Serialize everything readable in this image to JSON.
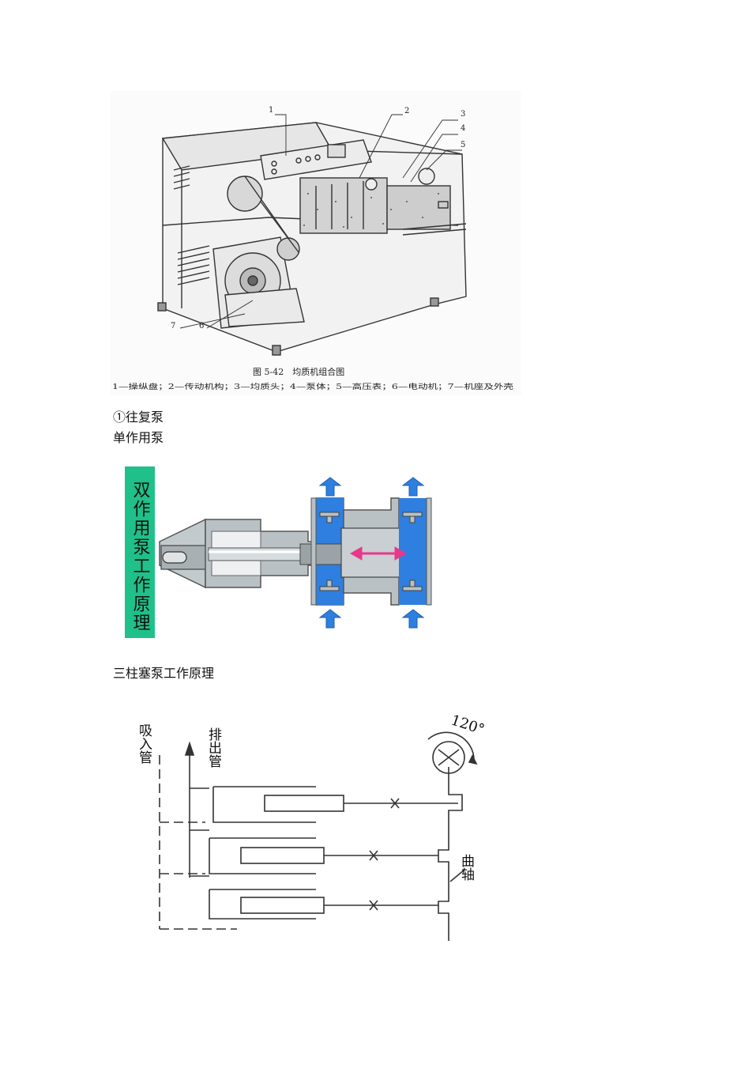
{
  "figure1": {
    "callouts": [
      "1",
      "2",
      "3",
      "4",
      "5",
      "6",
      "7"
    ],
    "title": "图 5-42　均质机组合图",
    "caption": "1—操纵盘；2—传动机构；3—均质头；4—泵体；5—高压表；6—电动机；7—机座及外壳"
  },
  "text": {
    "section": "①往复泵",
    "single_pump": "单作用泵",
    "three_plunger": "三柱塞泵工作原理"
  },
  "figure2": {
    "label": "双作用泵工作原理",
    "colors": {
      "label_bg": "#1fc08a",
      "water": "#2e7fe0",
      "piston_arrow": "#e8388a",
      "body": "#b9c1c4"
    }
  },
  "figure3": {
    "suction_label": "吸入管",
    "discharge_label": "排出管",
    "crank_label": "曲轴",
    "angle_label": "120°"
  }
}
